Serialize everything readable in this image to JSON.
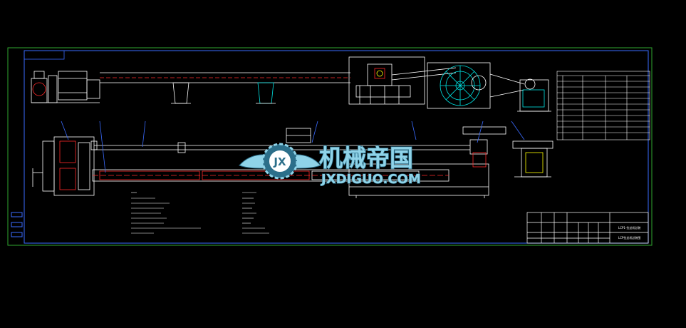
{
  "colors": {
    "background": "#000000",
    "frame": "#2fa82f",
    "lines": "#ffffff",
    "red": "#ff2a2a",
    "cyan": "#00e5e5",
    "blue": "#3a6bff",
    "yellow": "#ffff00",
    "watermark": "#8fd3e8"
  },
  "watermark": {
    "title": "机械帝国",
    "url": "JXDIGUO.COM",
    "emblem": "JX"
  },
  "title_block": {
    "name_cell": "LCP1-拉丝机总装",
    "sub_cell": "LCP拉丝机总装图"
  }
}
